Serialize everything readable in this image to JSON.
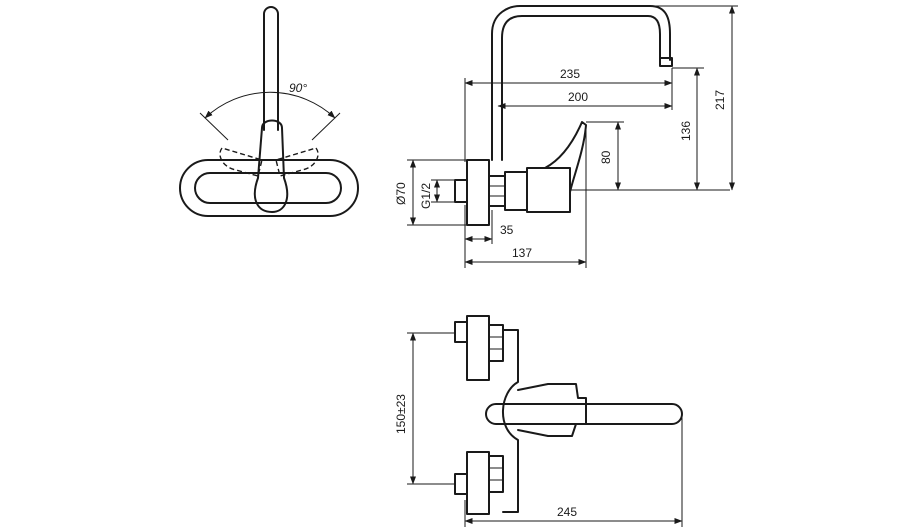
{
  "drawing": {
    "angle_label": "90°",
    "top_view": {
      "horizontal": [
        "235",
        "200",
        "35",
        "137"
      ],
      "vertical": [
        "80",
        "136",
        "217"
      ],
      "left": [
        "Ø70",
        "G1/2"
      ]
    },
    "plan_view": {
      "vertical": "150±23",
      "horizontal": "245"
    }
  }
}
